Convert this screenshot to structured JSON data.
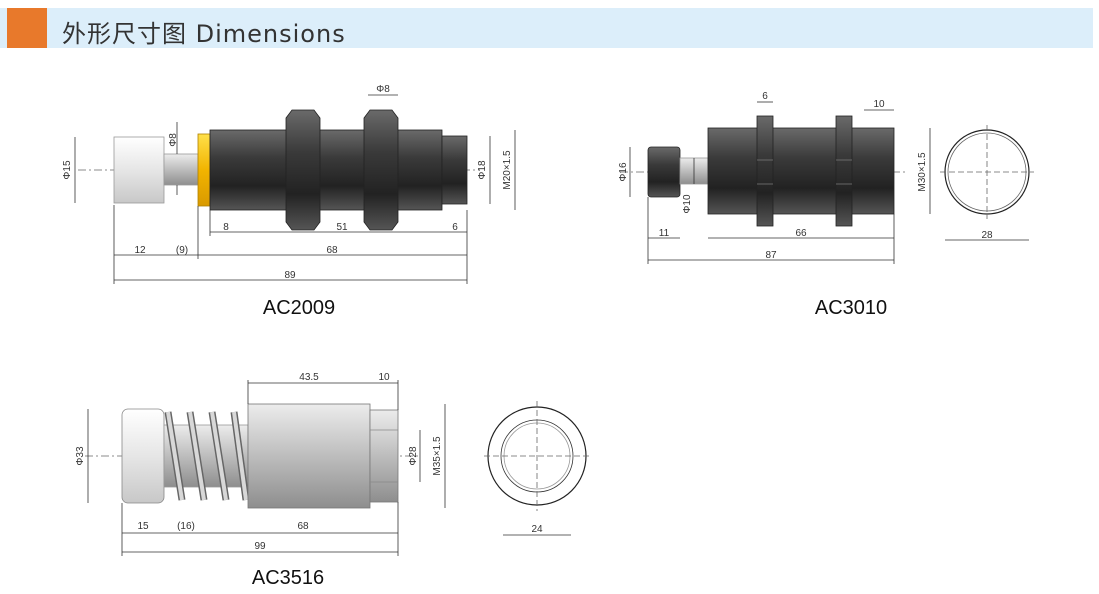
{
  "header": {
    "title": "外形尺寸图 Dimensions",
    "accent_color": "#e8792b",
    "band_color": "#dceefa"
  },
  "models": [
    {
      "name": "AC2009",
      "dims": {
        "d15": "Φ15",
        "d8_rod": "Φ8",
        "d8_top": "Φ8",
        "d18": "Φ18",
        "thread": "M20×1.5",
        "l8": "8",
        "l51": "51",
        "l6": "6",
        "l12": "12",
        "l9": "(9)",
        "l68": "68",
        "l89": "89"
      }
    },
    {
      "name": "AC3010",
      "dims": {
        "w6": "6",
        "w10": "10",
        "d16": "Φ16",
        "d10": "Φ10",
        "thread": "M30×1.5",
        "l11": "11",
        "l66": "66",
        "l87": "87",
        "w28": "28"
      }
    },
    {
      "name": "AC3516",
      "dims": {
        "l43_5": "43.5",
        "l10": "10",
        "d33": "Φ33",
        "d28": "Φ28",
        "thread": "M35×1.5",
        "l15": "15",
        "l16": "(16)",
        "l68": "68",
        "l99": "99",
        "w24": "24"
      }
    }
  ]
}
